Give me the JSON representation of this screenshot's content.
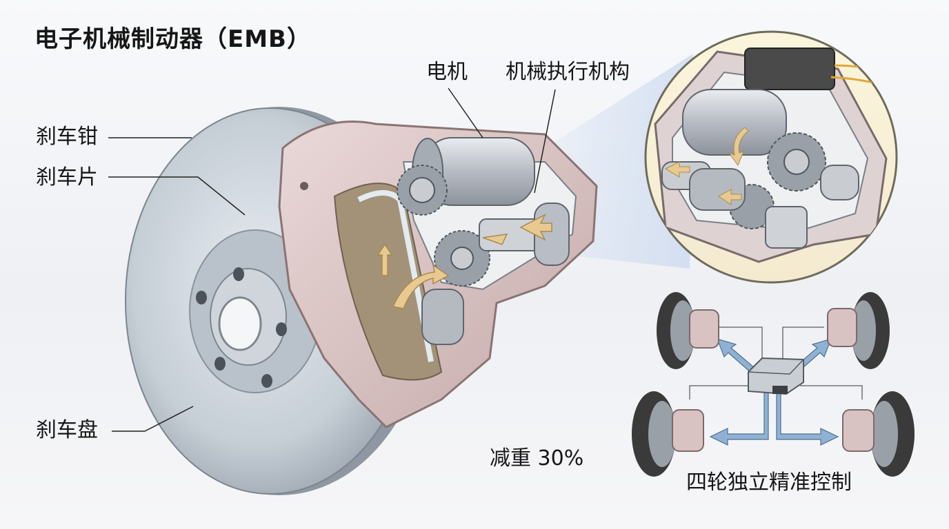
{
  "title": "电子机械制动器（EMB）",
  "labels": {
    "caliper": "刹车钳",
    "pad": "刹车片",
    "disc": "刹车盘",
    "motor": "电机",
    "actuator": "机械执行机构",
    "weight_reduction": "减重 30%",
    "four_wheel_control": "四轮独立精准控制"
  },
  "colors": {
    "caliper": "#d9c2c2",
    "caliper_dark": "#a88e8e",
    "disc": "#c6ced6",
    "motor": "#b9bec6",
    "arrow": "#e8c98f",
    "control_arrow": "#8fb2d4",
    "tire": "#3a3a3a"
  }
}
